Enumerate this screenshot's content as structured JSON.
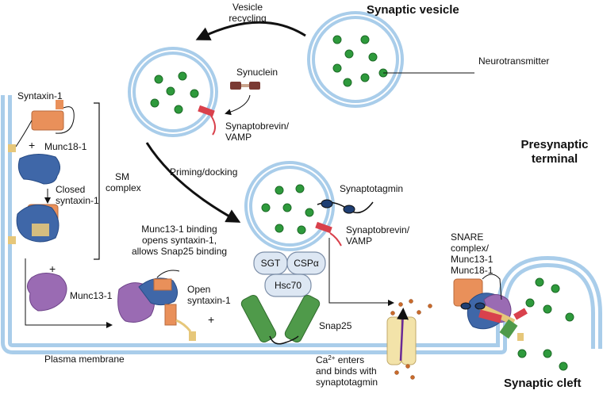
{
  "titles": {
    "synaptic_vesicle": "Synaptic vesicle",
    "presynaptic_terminal_line1": "Presynaptic",
    "presynaptic_terminal_line2": "terminal",
    "synaptic_cleft": "Synaptic cleft"
  },
  "labels": {
    "vesicle_recycling_1": "Vesicle",
    "vesicle_recycling_2": "recycling",
    "synuclein": "Synuclein",
    "neurotransmitter": "Neurotransmitter",
    "synaptobrevin_top_1": "Synaptobrevin/",
    "synaptobrevin_top_2": "VAMP",
    "syntaxin1": "Syntaxin-1",
    "plus_1": "+",
    "munc18": "Munc18-1",
    "closed_syntaxin_1": "Closed",
    "closed_syntaxin_2": "syntaxin-1",
    "sm_complex_1": "SM",
    "sm_complex_2": "complex",
    "priming_docking": "Priming/docking",
    "synaptotagmin": "Synaptotagmin",
    "synaptobrevin_mid_1": "Synaptobrevin/",
    "synaptobrevin_mid_2": "VAMP",
    "munc13_binding_1": "Munc13-1 binding",
    "munc13_binding_2": "opens syntaxin-1,",
    "munc13_binding_3": "allows Snap25 binding",
    "sgt": "SGT",
    "cspa": "CSPα",
    "hsc70": "Hsc70",
    "plus_2": "+",
    "munc13": "Munc13-1",
    "open_syntaxin_1": "Open",
    "open_syntaxin_2": "syntaxin-1",
    "plus_3": "+",
    "snap25": "Snap25",
    "snare_1": "SNARE",
    "snare_2": "complex/",
    "snare_3": "Munc13-1",
    "snare_4": "Munc18-1",
    "plasma_membrane": "Plasma membrane",
    "ca_enters_1a": "Ca",
    "ca_superscript": "2+",
    "ca_enters_1b": " enters",
    "ca_enters_2": "and binds with",
    "ca_enters_3": "synaptotagmin"
  },
  "colors": {
    "membrane_outer": "#a9cdea",
    "membrane_inner": "#ffffff",
    "neurotransmitter_green": "#2e9a3c",
    "syntaxin_orange": "#e9905a",
    "munc18_blue": "#3f67a8",
    "munc13_purple": "#9a6bb3",
    "snap25_green": "#4f9a4a",
    "vamp_red": "#d9414c",
    "chaperone_fill": "#dde7f3",
    "channel_yellow": "#f3e3a9",
    "calcium_orange": "#c96a2b"
  }
}
